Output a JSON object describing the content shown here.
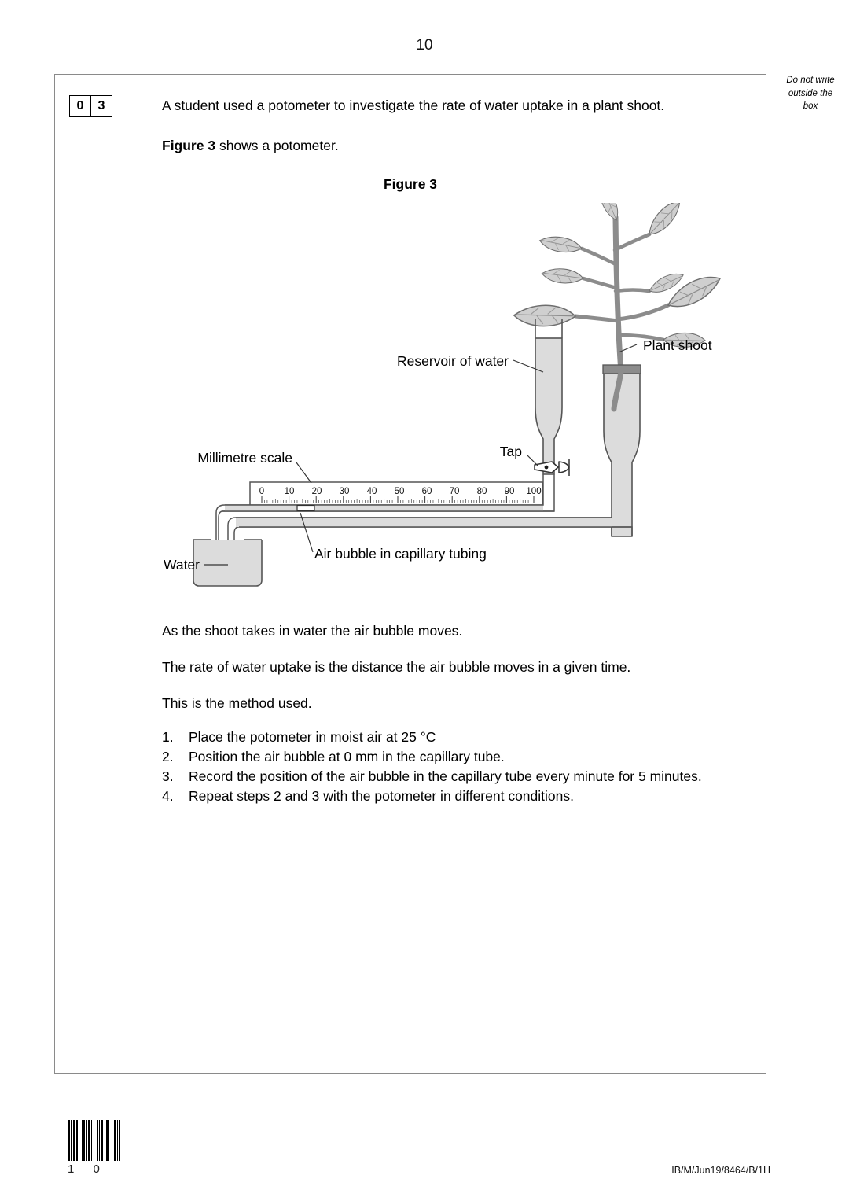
{
  "page": {
    "page_number": "10",
    "do_not_write_note": "Do not write\noutside the\nbox",
    "do_not_write_line1": "Do not write",
    "do_not_write_line2": "outside the",
    "do_not_write_line3": "box",
    "footer_code": "IB/M/Jun19/8464/B/1H",
    "barcode_digits": "1 0"
  },
  "question": {
    "number_digit_1": "0",
    "number_digit_2": "3",
    "stem": "A student used a potometer to investigate the rate of water uptake in a plant shoot.",
    "figure_intro_bold": "Figure 3",
    "figure_intro_rest": " shows a potometer.",
    "figure_title": "Figure 3"
  },
  "figure": {
    "title": "Figure 3",
    "labels": {
      "reservoir": "Reservoir of water",
      "plant_shoot": "Plant shoot",
      "millimetre_scale": "Millimetre scale",
      "tap": "Tap",
      "air_bubble": "Air bubble in capillary tubing",
      "water": "Water"
    },
    "scale": {
      "ticks": [
        "0",
        "10",
        "20",
        "30",
        "40",
        "50",
        "60",
        "70",
        "80",
        "90",
        "100"
      ],
      "unit": "mm",
      "minor_divisions_per_major": 10
    },
    "colors": {
      "glass_fill": "#dcdcdc",
      "glass_stroke": "#555555",
      "stem_fill": "#8c8c8c",
      "leaf_fill": "#cfcfcf",
      "leaf_vein": "#8c8c8c",
      "bung_fill": "#8c8c8c",
      "bubble_fill": "#ffffff"
    }
  },
  "body": {
    "paragraph_1": "As the shoot takes in water the air bubble moves.",
    "paragraph_2": "The rate of water uptake is the distance the air bubble moves in a given time.",
    "paragraph_3": "This is the method used."
  },
  "method": {
    "steps": [
      {
        "num": "1.",
        "text": "Place the potometer in moist air at 25 °C"
      },
      {
        "num": "2.",
        "text": "Position the air bubble at 0 mm in the capillary tube."
      },
      {
        "num": "3.",
        "text": "Record the position of the air bubble in the capillary tube every minute for 5 minutes."
      },
      {
        "num": "4.",
        "text": "Repeat steps 2 and 3 with the potometer in different conditions."
      }
    ]
  }
}
